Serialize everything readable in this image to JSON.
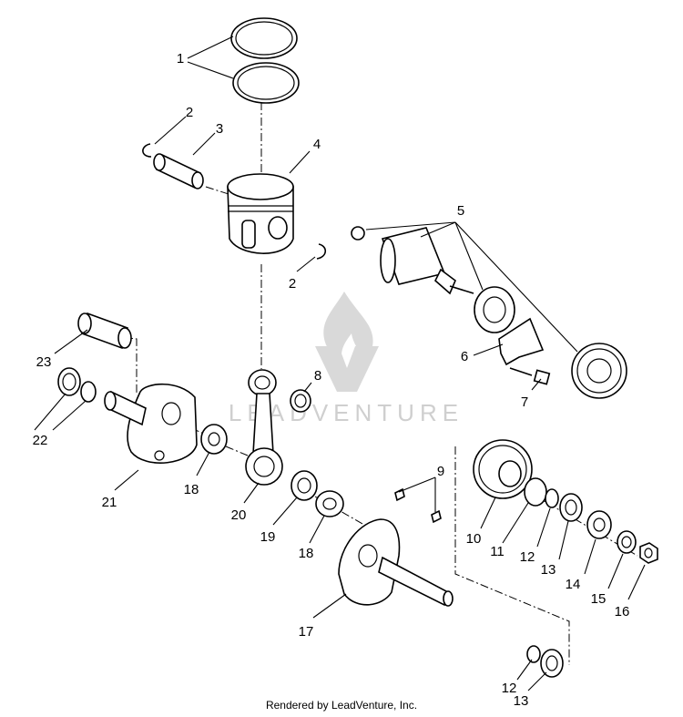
{
  "callouts": [
    {
      "id": "c1",
      "text": "1"
    },
    {
      "id": "c2a",
      "text": "2"
    },
    {
      "id": "c3",
      "text": "3"
    },
    {
      "id": "c4",
      "text": "4"
    },
    {
      "id": "c2b",
      "text": "2"
    },
    {
      "id": "c5",
      "text": "5"
    },
    {
      "id": "c6",
      "text": "6"
    },
    {
      "id": "c7",
      "text": "7"
    },
    {
      "id": "c8",
      "text": "8"
    },
    {
      "id": "c9",
      "text": "9"
    },
    {
      "id": "c23",
      "text": "23"
    },
    {
      "id": "c22",
      "text": "22"
    },
    {
      "id": "c21",
      "text": "21"
    },
    {
      "id": "c18a",
      "text": "18"
    },
    {
      "id": "c20",
      "text": "20"
    },
    {
      "id": "c19",
      "text": "19"
    },
    {
      "id": "c18b",
      "text": "18"
    },
    {
      "id": "c17",
      "text": "17"
    },
    {
      "id": "c10",
      "text": "10"
    },
    {
      "id": "c11",
      "text": "11"
    },
    {
      "id": "c12a",
      "text": "12"
    },
    {
      "id": "c13a",
      "text": "13"
    },
    {
      "id": "c14",
      "text": "14"
    },
    {
      "id": "c15",
      "text": "15"
    },
    {
      "id": "c16",
      "text": "16"
    },
    {
      "id": "c12b",
      "text": "12"
    },
    {
      "id": "c13b",
      "text": "13"
    }
  ],
  "watermark": {
    "text": "LEADVENTURE"
  },
  "footer": {
    "text": "Rendered by LeadVenture, Inc."
  }
}
